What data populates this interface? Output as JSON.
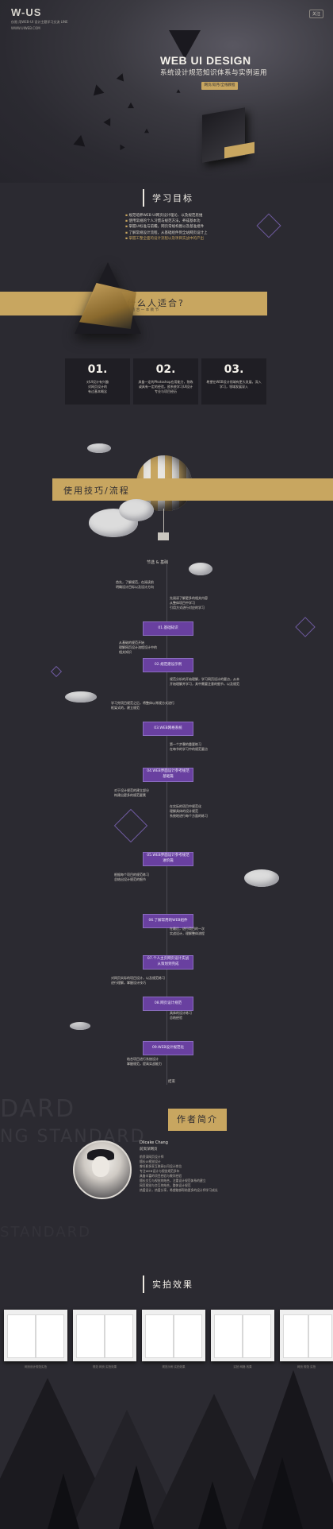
{
  "header": {
    "logo": "W-US",
    "logo_sub_1": "仅限 用WEB-UI 设计主题学习交流 LINE",
    "logo_sub_2": "WWW.UIWEB.COM",
    "top_link": "关注"
  },
  "hero": {
    "title": "WEB UI DESIGN",
    "subtitle": "系统设计规范知识体系与实例运用",
    "button": "网页/双月/全线教程"
  },
  "goals": {
    "title": "学习目标",
    "items": [
      "规范培养WEB UI网页设计理论、以及规范思维",
      "使用常规的个人习惯与规范方法，养成基本功",
      "掌握UI标准与前瞻，网页常规构图以及基准组件",
      "了解常规设计流程，从基础组件到全站网页设计上",
      "掌握工整全面的设计流程以及项目实战中的产出"
    ]
  },
  "audience": {
    "title": "什么人适合?",
    "subtitle": "用 适 合 一 本 教 节"
  },
  "cards": [
    {
      "num": "01.",
      "desc": "对UI设计有兴趣\n对网页设计的\n有过基本概念"
    },
    {
      "num": "02.",
      "desc": "具备一定的Photoshop应用能力，熟练或具有一定的经验，欲系统学习UI设计专业与项目经历"
    },
    {
      "num": "03.",
      "desc": "希望在WEB设计领域有更大发展，深入学习，领域发展深入"
    }
  ],
  "flow": {
    "banner": "使用技巧/流程",
    "start": "节选 & 基础",
    "end": "结束",
    "notes": [
      "首先，了解规范，在阅读前\n明确设计目标以及设计方向",
      "先阅读了解更多的相关内容\n从整体项目中学习\n引用方式进行对应的学习",
      "从基础的规范开始\n理解网页设计流程设计中的\n相关知识",
      "规范分析的开始理解，学习网页设计的要点，从本\n开始理解并学习，其中需要注意的细节，以及规范",
      "学习完项目规范之后，将整体以常规方式进行\n框架式的，建立规范",
      "第一个步骤的重要练习\n在每节的学习中的规范要点",
      "对于设计规范的建立部分\n构建出更多的规范要素",
      "在实际的项目中规范化\n理解具体的设计规范\n系统地进行每个方面的练习",
      "根据每个项目的规范练习\n总结出设计规范的细节",
      "在最后，进行项目的一次\n实战设计，理解整体流程",
      "对网页实际的项目设计，以及规范练习\n进行理解，掌握设计技巧",
      "具体的设计练习\n总结经验",
      "结合项目进行系统设计\n掌握规范，提高实战能力"
    ],
    "steps": [
      {
        "label": "01.基础知识"
      },
      {
        "label": "02.规范建设示例"
      },
      {
        "label": "03.WEB网格系统"
      },
      {
        "label": "04.WEB界面设计参考规范",
        "sub": "基础篇"
      },
      {
        "label": "05.WEB界面设计参考规范",
        "sub": "进阶篇"
      },
      {
        "label": "06.了解常用的WEB组件"
      },
      {
        "label": "07.个人主页网页设计实战",
        "sub": "从策划到完成"
      },
      {
        "label": "08.网页设计规范"
      },
      {
        "label": "09.WEB设计规范化"
      }
    ]
  },
  "author": {
    "badge": "作者简介",
    "bg_1": "DARD",
    "bg_2": "NG STANDARD",
    "bg_3": "STANDARD",
    "name": "Dlicake Chang",
    "role": "前资深网页",
    "bio": "前资深网页设计师\n擅长UI视觉设计\n曾任职多家互联网公司设计岗位\n专注WEB设计与视觉规范多年\n具备丰富的项目经验与教学经验\n擅长交互与视觉的结合，注重设计规范体系的建立\n网页视觉与交互的结合，整体设计规范\n热爱设计，热爱分享，希望能够帮助更多的设计师学习成长"
  },
  "photos": {
    "title": "实拍效果",
    "captions": [
      "网页设计规范实拍",
      "规范 网页 实拍效果",
      "规范示例 实拍效果",
      "实拍 网格 效果",
      "网页 规范 实拍"
    ]
  }
}
